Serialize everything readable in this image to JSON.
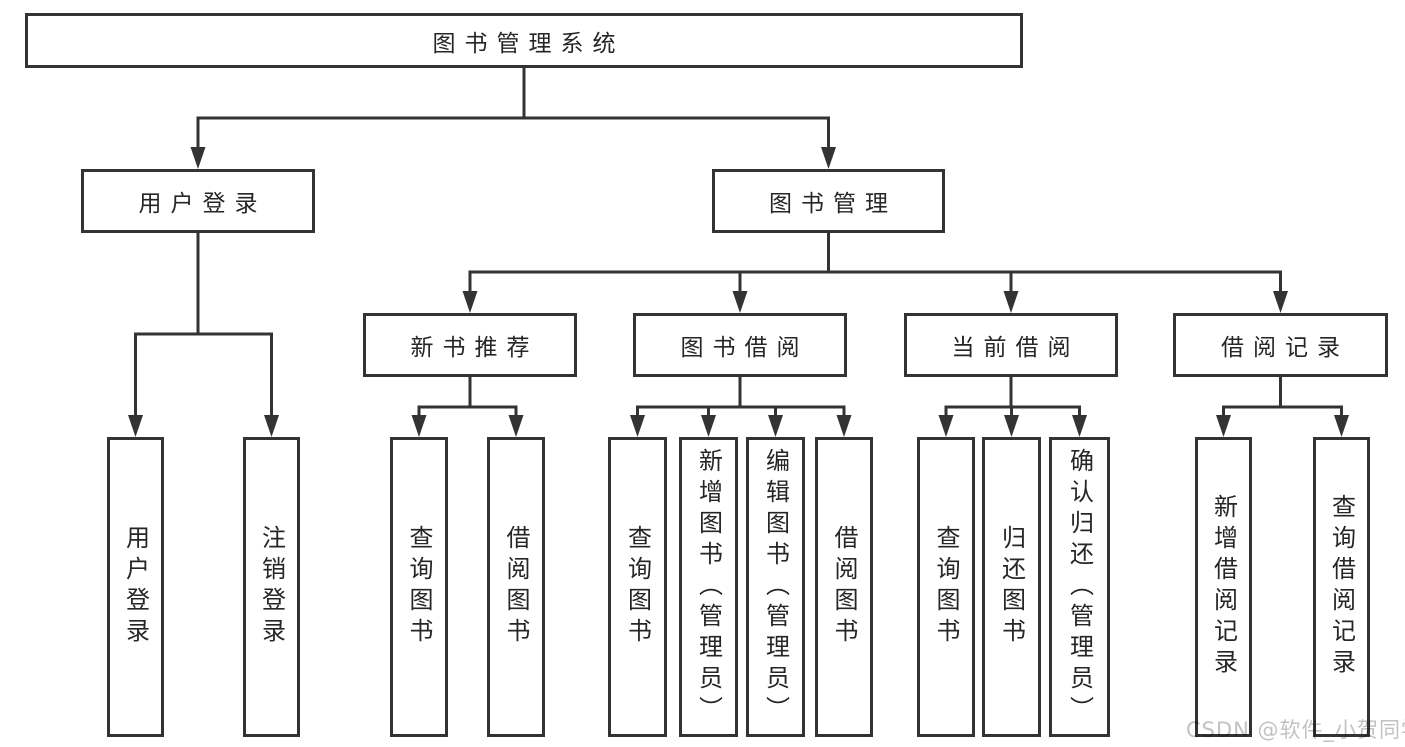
{
  "tree": {
    "root": {
      "label": "图书管理系统"
    },
    "level2": [
      {
        "label": "用户登录",
        "children": [
          {
            "label": "用户登录"
          },
          {
            "label": "注销登录"
          }
        ]
      },
      {
        "label": "图书管理",
        "children": [
          {
            "label": "新书推荐",
            "children": [
              {
                "label": "查询图书"
              },
              {
                "label": "借阅图书"
              }
            ]
          },
          {
            "label": "图书借阅",
            "children": [
              {
                "label": "查询图书"
              },
              {
                "label": "新增图书（管理员）"
              },
              {
                "label": "编辑图书（管理员）"
              },
              {
                "label": "借阅图书"
              }
            ]
          },
          {
            "label": "当前借阅",
            "children": [
              {
                "label": "查询图书"
              },
              {
                "label": "归还图书"
              },
              {
                "label": "确认归还（管理员）"
              }
            ]
          },
          {
            "label": "借阅记录",
            "children": [
              {
                "label": "新增借阅记录"
              },
              {
                "label": "查询借阅记录"
              }
            ]
          }
        ]
      }
    ]
  },
  "watermark": "CSDN @软件_小贺同学",
  "colors": {
    "line": "#333333",
    "text": "#262626",
    "background": "#ffffff",
    "watermark": "#c2c2c2"
  }
}
